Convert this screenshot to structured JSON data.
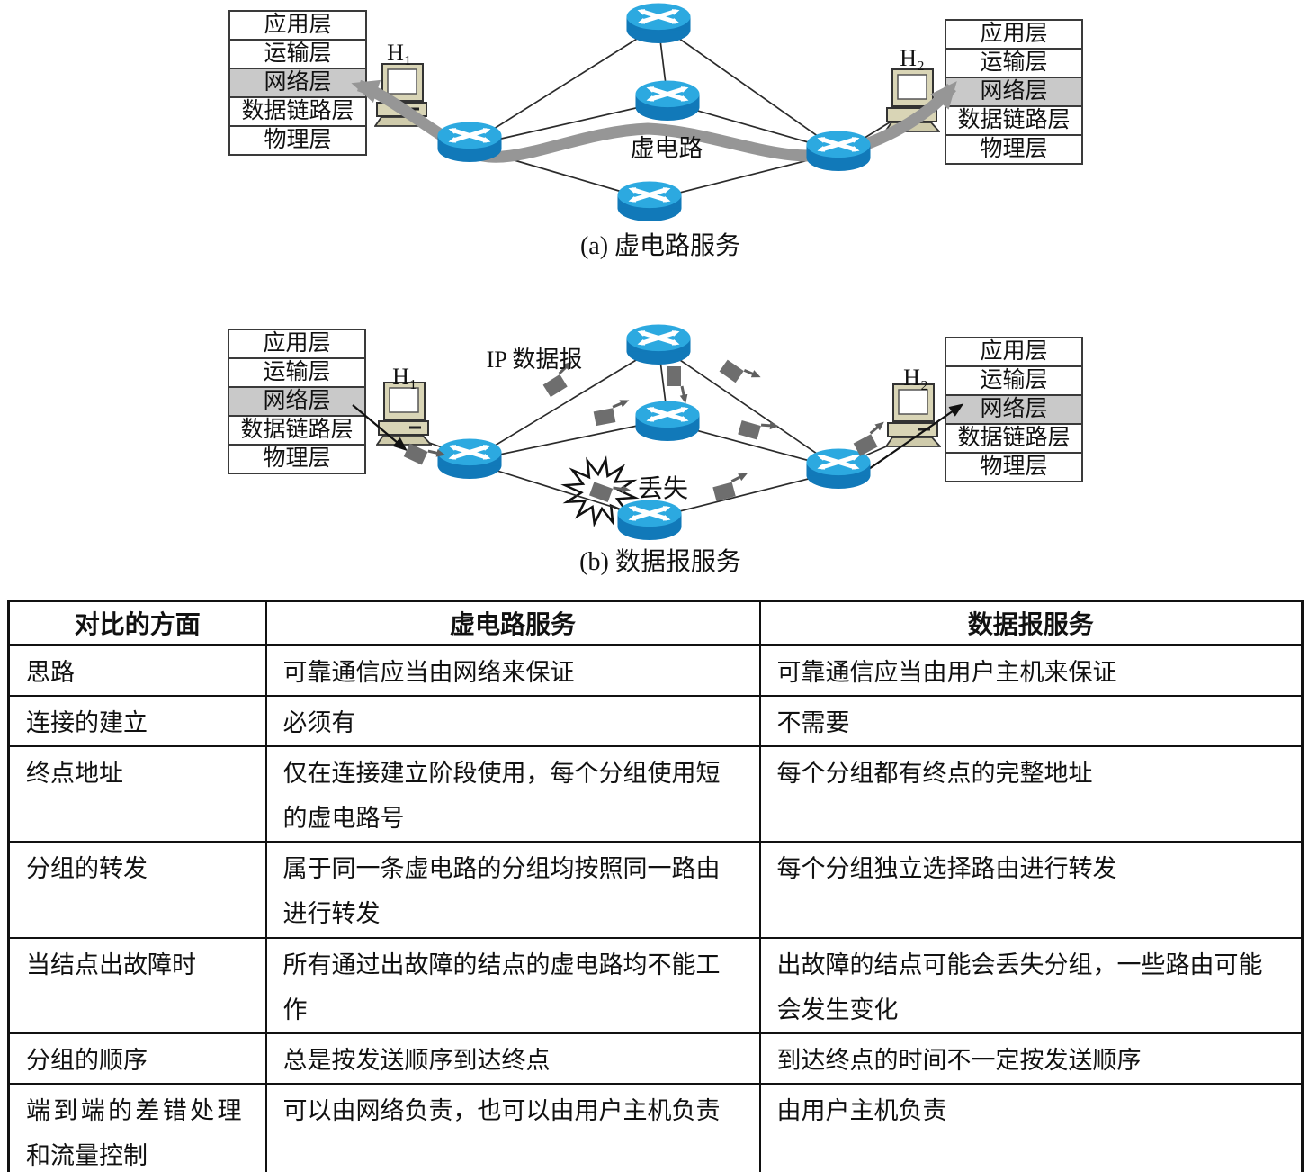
{
  "figure": {
    "diagram_a": {
      "caption": "(a) 虚电路服务",
      "path_label": "虚电路",
      "host_left": "H₁",
      "host_right": "H₂"
    },
    "diagram_b": {
      "caption": "(b) 数据报服务",
      "packet_label": "IP 数据报",
      "loss_label": "丢失",
      "host_left": "H₁",
      "host_right": "H₂"
    },
    "protocol_layers": [
      "应用层",
      "运输层",
      "网络层",
      "数据链路层",
      "物理层"
    ],
    "highlighted_layer": "网络层",
    "icons": {
      "router": "router-icon: blue cylinder with white crossed arrows",
      "host": "computer-icon: beige desktop computer",
      "packet": "packet-icon: dark gray square with direction arrow",
      "loss": "burst-icon: white starburst outline",
      "virtual_circuit": "thick gray double-headed curved arrow"
    },
    "colors": {
      "router_top": "#2CA9E0",
      "router_side": "#1179B9",
      "virtual_circuit_path": "#969696",
      "layer_highlight": "#C9C9C9",
      "packet": "#6E6E6E",
      "host_body": "#D9D5B6"
    }
  },
  "table": {
    "headers": [
      "对比的方面",
      "虚电路服务",
      "数据报服务"
    ],
    "rows": [
      {
        "aspect": "思路",
        "vc": "可靠通信应当由网络来保证",
        "dg": "可靠通信应当由用户主机来保证"
      },
      {
        "aspect": "连接的建立",
        "vc": "必须有",
        "dg": "不需要"
      },
      {
        "aspect": "终点地址",
        "vc": "仅在连接建立阶段使用，每个分组使用短的虚电路号",
        "dg": "每个分组都有终点的完整地址"
      },
      {
        "aspect": "分组的转发",
        "vc": "属于同一条虚电路的分组均按照同一路由进行转发",
        "dg": "每个分组独立选择路由进行转发"
      },
      {
        "aspect": "当结点出故障时",
        "vc": "所有通过出故障的结点的虚电路均不能工作",
        "dg": "出故障的结点可能会丢失分组，一些路由可能会发生变化"
      },
      {
        "aspect": "分组的顺序",
        "vc": "总是按发送顺序到达终点",
        "dg": "到达终点的时间不一定按发送顺序"
      },
      {
        "aspect": "端到端的差错处理和流量控制",
        "vc": "可以由网络负责，也可以由用户主机负责",
        "dg": "由用户主机负责"
      }
    ]
  }
}
